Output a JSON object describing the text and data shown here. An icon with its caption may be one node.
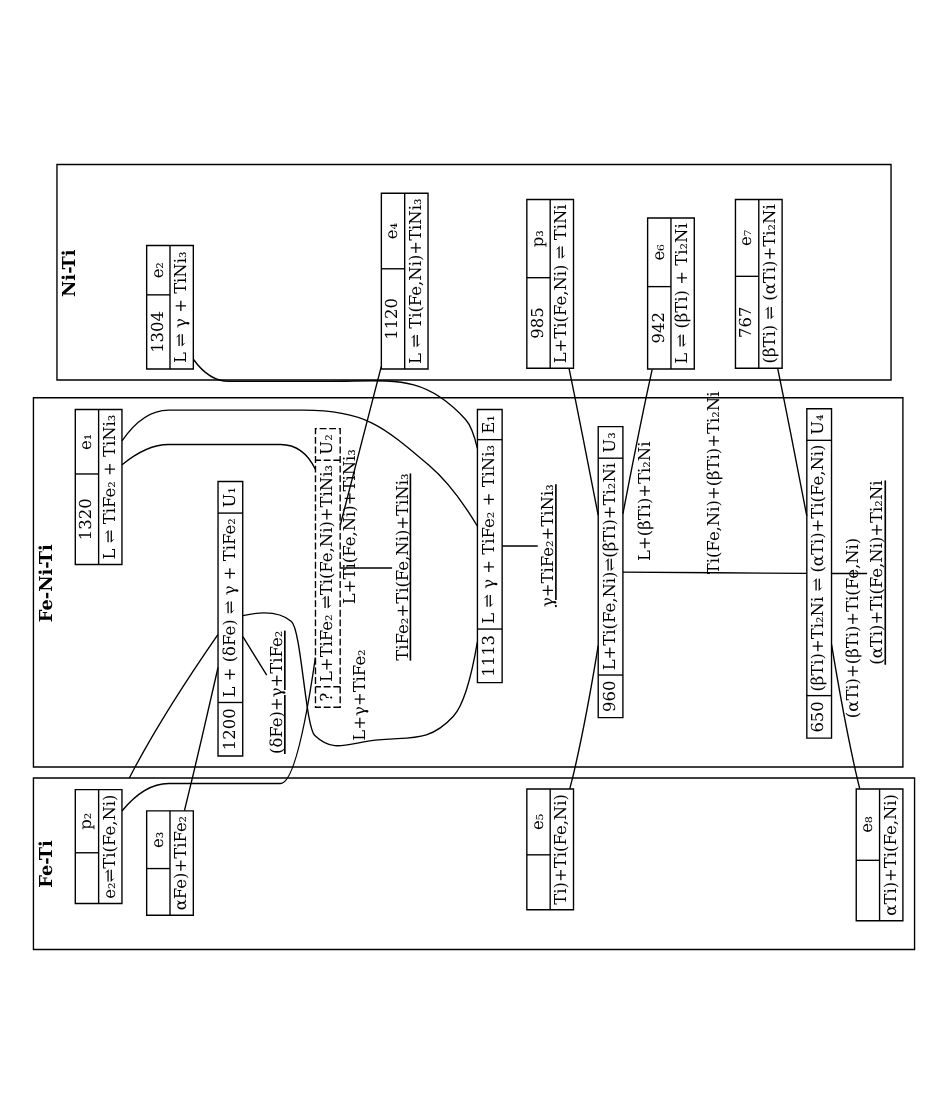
{
  "diagram": {
    "nodes": [
      {
        "text": [
          "Ni-Ti"
        ]
      },
      {
        "text": [
          "Fe-Ni-Ti"
        ]
      },
      {
        "text": [
          "Fe-Ti"
        ]
      },
      {
        "text": [
          "1304",
          "e₂",
          "L ⇌ γ + TiNi₃"
        ],
        "in": 0
      },
      {
        "text": [
          "1120",
          "e₄",
          "L ⇌ Ti(Fe,Ni)+TiNi₃"
        ],
        "in": 0
      },
      {
        "text": [
          "985",
          "p₃",
          "L+Ti(Fe,Ni) ⇌ TiNi"
        ],
        "in": 0
      },
      {
        "text": [
          "942",
          "e₆",
          "L ⇌ (βTi) + Ti₂Ni"
        ],
        "in": 0
      },
      {
        "text": [
          "767",
          "e₇",
          "(βTi) ⇌ (αTi)+Ti₂Ni"
        ],
        "in": 0
      },
      {
        "text": [
          "1320",
          "e₁",
          "L ⇌ TiFe₂ + TiNi₃"
        ],
        "in": 1
      },
      {
        "text": [
          "1200",
          "L + (δFe) ⇌ γ + TiFe₂",
          "U₁"
        ],
        "in": 1
      },
      {
        "text": [
          "(δFe)+γ+TiFe₂"
        ],
        "in": 1
      },
      {
        "text": [
          "?",
          "L+TiFe₂ ⇌Ti(Fe,Ni)+TiNi₃",
          "U₂"
        ],
        "in": 1
      },
      {
        "text": [
          "TiFe₂+Ti(Fe,Ni)+TiNi₃"
        ],
        "in": 1
      },
      {
        "text": [
          "1113",
          "L ⇌ γ + TiFe₂ + TiNi₃",
          "E₁"
        ],
        "in": 1
      },
      {
        "text": [
          "γ+TiFe₂+TiNi₃"
        ],
        "in": 1
      },
      {
        "text": [
          "960",
          "L+Ti(Fe,Ni)⇌(βTi)+Ti₂Ni",
          "U₃"
        ],
        "in": 1
      },
      {
        "text": [
          "650",
          "(βTi)+Ti₂Ni ⇌ (αTi)+Ti(Fe,Ni)",
          "U₄"
        ],
        "in": 1
      },
      {
        "text": [
          "(αTi)+Ti(Fe,Ni)+Ti₂Ni"
        ],
        "in": 1
      },
      {
        "text": [
          "p₂",
          "e₂⇌Ti(Fe,Ni)"
        ],
        "in": 2
      },
      {
        "text": [
          "e₃",
          "αFe)+TiFe₂"
        ],
        "in": 2
      },
      {
        "text": [
          "e₅",
          "Ti)+Ti(Fe,Ni)"
        ],
        "in": 2
      },
      {
        "text": [
          "e₈",
          "αTi)+Ti(Fe,Ni)"
        ],
        "in": 2
      }
    ],
    "edges": [
      {
        "from": 2,
        "to": 9,
        "arrow": "none"
      },
      {
        "from": 19,
        "to": 9,
        "arrow": "none"
      },
      {
        "from": 3,
        "to": 13,
        "arrow": "none"
      },
      {
        "from": 8,
        "to": 13,
        "arrow": "none"
      },
      {
        "from": 8,
        "to": 11,
        "arrow": "none"
      },
      {
        "from": 9,
        "to": 13,
        "arrow": "none",
        "label": "L+γ+TiFe₂"
      },
      {
        "from": 9,
        "to": 10,
        "arrow": "none"
      },
      {
        "from": 18,
        "to": 11,
        "arrow": "none"
      },
      {
        "from": 11,
        "to": 4,
        "arrow": "none",
        "label": "L+Ti(Fe,Ni)+TiNi₃"
      },
      {
        "from": 11,
        "to": 12,
        "arrow": "none"
      },
      {
        "from": 13,
        "to": 14,
        "arrow": "none"
      },
      {
        "from": 20,
        "to": 15,
        "arrow": "none"
      },
      {
        "from": 5,
        "to": 15,
        "arrow": "none"
      },
      {
        "from": 15,
        "to": 6,
        "arrow": "none",
        "label": "L+(βTi)+Ti₂Ni"
      },
      {
        "from": 15,
        "to": 16,
        "arrow": "none",
        "label": "Ti(Fe,Ni)+(βTi)+Ti₂Ni"
      },
      {
        "from": 7,
        "to": 16,
        "arrow": "none"
      },
      {
        "from": 16,
        "to": 21,
        "arrow": "none",
        "label": "(αTi)+(βTi)+Ti(Fe,Ni)"
      },
      {
        "from": 16,
        "to": 17,
        "arrow": "none"
      }
    ]
  }
}
